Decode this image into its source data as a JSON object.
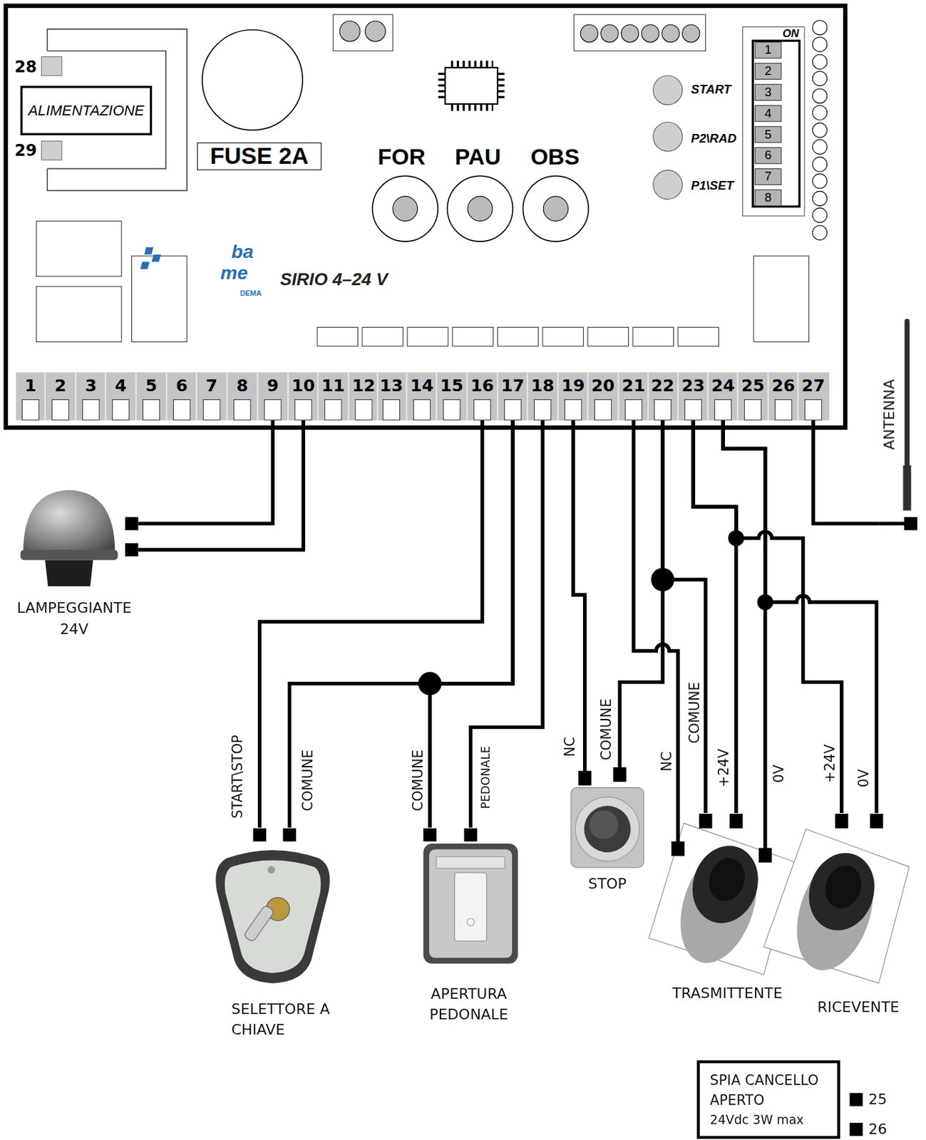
{
  "diagram": {
    "nodes": [
      {
        "text": [
          "SIRIO 4–24 V"
        ]
      },
      {
        "text": [
          "ALIMENTAZIONE"
        ],
        "in": 0
      },
      {
        "text": [
          "FUSE 2A"
        ],
        "in": 0
      },
      {
        "text": [
          "1"
        ],
        "in": 0
      },
      {
        "text": [
          "2"
        ],
        "in": 0
      },
      {
        "text": [
          "3"
        ],
        "in": 0
      },
      {
        "text": [
          "4"
        ],
        "in": 0
      },
      {
        "text": [
          "5"
        ],
        "in": 0
      },
      {
        "text": [
          "6"
        ],
        "in": 0
      },
      {
        "text": [
          "7"
        ],
        "in": 0
      },
      {
        "text": [
          "8"
        ],
        "in": 0
      },
      {
        "text": [
          "9"
        ],
        "in": 0
      },
      {
        "text": [
          "10"
        ],
        "in": 0
      },
      {
        "text": [
          "11"
        ],
        "in": 0
      },
      {
        "text": [
          "12"
        ],
        "in": 0
      },
      {
        "text": [
          "13"
        ],
        "in": 0
      },
      {
        "text": [
          "14"
        ],
        "in": 0
      },
      {
        "text": [
          "15"
        ],
        "in": 0
      },
      {
        "text": [
          "16"
        ],
        "in": 0
      },
      {
        "text": [
          "17"
        ],
        "in": 0
      },
      {
        "text": [
          "18"
        ],
        "in": 0
      },
      {
        "text": [
          "19"
        ],
        "in": 0
      },
      {
        "text": [
          "20"
        ],
        "in": 0
      },
      {
        "text": [
          "21"
        ],
        "in": 0
      },
      {
        "text": [
          "22"
        ],
        "in": 0
      },
      {
        "text": [
          "23"
        ],
        "in": 0
      },
      {
        "text": [
          "24"
        ],
        "in": 0
      },
      {
        "text": [
          "25"
        ],
        "in": 0
      },
      {
        "text": [
          "26"
        ],
        "in": 0
      },
      {
        "text": [
          "27"
        ],
        "in": 0
      },
      {
        "text": [
          "ANTENNA"
        ]
      },
      {
        "text": [
          "LAMPEGGIANTE 24V"
        ]
      },
      {
        "text": [
          "SELETTORE A CHIAVE"
        ]
      },
      {
        "text": [
          "APERTURA PEDONALE"
        ]
      },
      {
        "text": [
          "STOP"
        ]
      },
      {
        "text": [
          "TRASMITTENTE"
        ]
      },
      {
        "text": [
          "RICEVENTE"
        ]
      },
      {
        "text": [
          "SPIA CANCELLO APERTO",
          "24Vdc 3W max"
        ]
      }
    ],
    "edges": [
      {
        "from": 11,
        "to": 31,
        "arrow": "none"
      },
      {
        "from": 12,
        "to": 31,
        "arrow": "none"
      },
      {
        "from": 18,
        "to": 32,
        "arrow": "none"
      },
      {
        "from": 19,
        "to": 32,
        "arrow": "none"
      },
      {
        "from": 19,
        "to": 33,
        "arrow": "none"
      },
      {
        "from": 20,
        "to": 33,
        "arrow": "none"
      },
      {
        "from": 21,
        "to": 34,
        "arrow": "none"
      },
      {
        "from": 24,
        "to": 34,
        "arrow": "none"
      },
      {
        "from": 23,
        "to": 35,
        "arrow": "none"
      },
      {
        "from": 24,
        "to": 35,
        "arrow": "none"
      },
      {
        "from": 25,
        "to": 35,
        "arrow": "none"
      },
      {
        "from": 25,
        "to": 36,
        "arrow": "none"
      },
      {
        "from": 26,
        "to": 35,
        "arrow": "none"
      },
      {
        "from": 26,
        "to": 36,
        "arrow": "none"
      },
      {
        "from": 29,
        "to": 30,
        "arrow": "none"
      }
    ],
    "labels": [
      "28",
      "29",
      "FOR",
      "PAU",
      "OBS",
      "START",
      "P2\\RAD",
      "P1\\SET",
      "ON",
      "1",
      "2",
      "3",
      "4",
      "5",
      "6",
      "7",
      "8",
      "ba",
      "me",
      "DEMA",
      "START\\STOP",
      "COMUNE",
      "COMUNE",
      "PEDONALE",
      "NC",
      "COMUNE",
      "NC",
      "COMUNE",
      "+24V",
      "0V",
      "+24V",
      "0V",
      "25",
      "26"
    ]
  }
}
